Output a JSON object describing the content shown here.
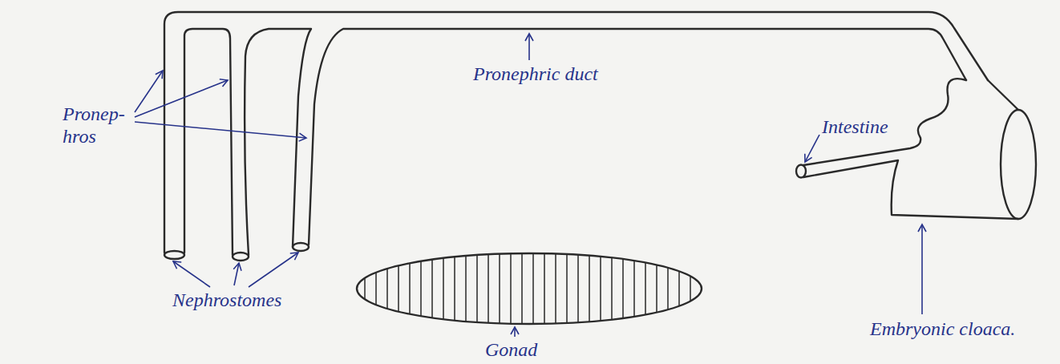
{
  "diagram": {
    "labels": [
      "Pronep- hros",
      "Pronephric duct",
      "Intestine",
      "Nephrostomes",
      "Gonad",
      "Embryonic cloaca."
    ]
  }
}
